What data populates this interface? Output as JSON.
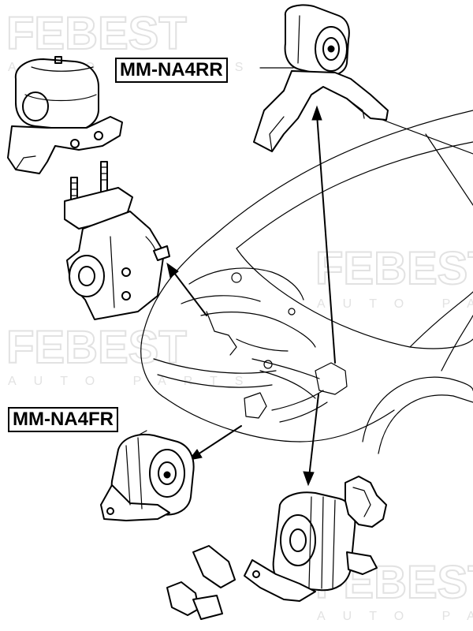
{
  "watermark": {
    "brand": "FEBEST",
    "sub": "AUTO PARTS",
    "color": "#e2e2e2"
  },
  "labels": {
    "rear_mount": "MM-NA4RR",
    "front_mount": "MM-NA4FR"
  },
  "colors": {
    "ink": "#000000",
    "background": "#ffffff"
  }
}
